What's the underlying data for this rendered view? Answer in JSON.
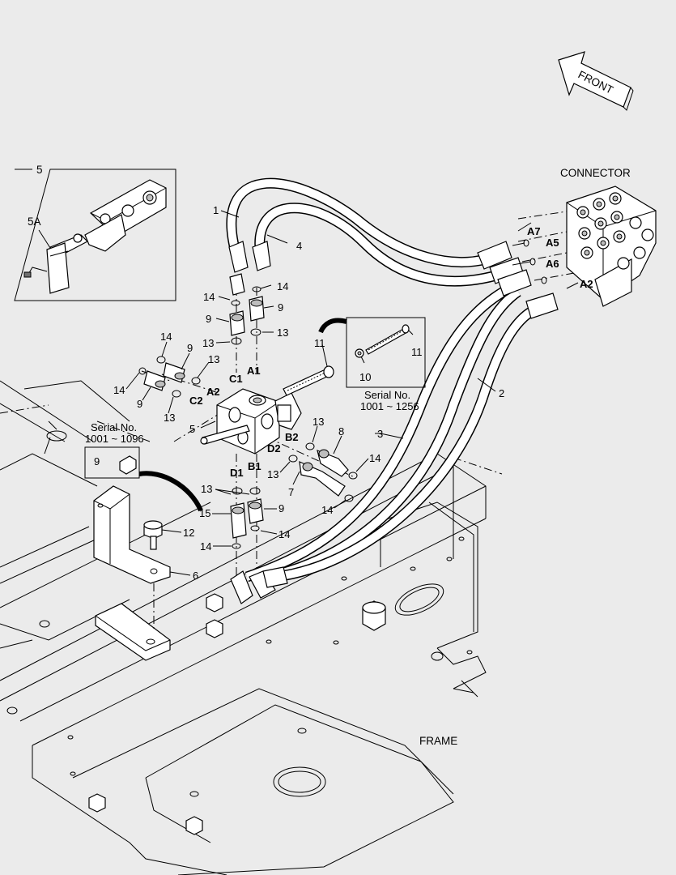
{
  "figure": {
    "orientation_label": "FRONT",
    "connector_label": "CONNECTOR",
    "frame_label": "FRAME",
    "inset": {
      "part_number": "5",
      "sub_part": "5A"
    },
    "serial_note_right": {
      "line1": "Serial No.",
      "line2": "1001 ~ 1256",
      "callouts": [
        "11",
        "10"
      ]
    },
    "serial_note_left": {
      "line1": "Serial No.",
      "line2": "1001 ~ 1096",
      "callout": "9"
    },
    "ports": [
      "A7",
      "A5",
      "A6",
      "A2",
      "C1",
      "A1",
      "A2",
      "C2",
      "B2",
      "D2",
      "D1",
      "B1"
    ],
    "callouts": [
      "1",
      "4",
      "14",
      "14",
      "9",
      "9",
      "13",
      "13",
      "14",
      "9",
      "13",
      "14",
      "9",
      "13",
      "5",
      "11",
      "2",
      "3",
      "13",
      "8",
      "14",
      "7",
      "14",
      "13",
      "13",
      "15",
      "9",
      "14",
      "14",
      "12",
      "6"
    ]
  },
  "colors": {
    "background": "#ebebeb",
    "line": "#000000",
    "part_fill": "#ffffff",
    "shade": "#bdbdbd"
  }
}
